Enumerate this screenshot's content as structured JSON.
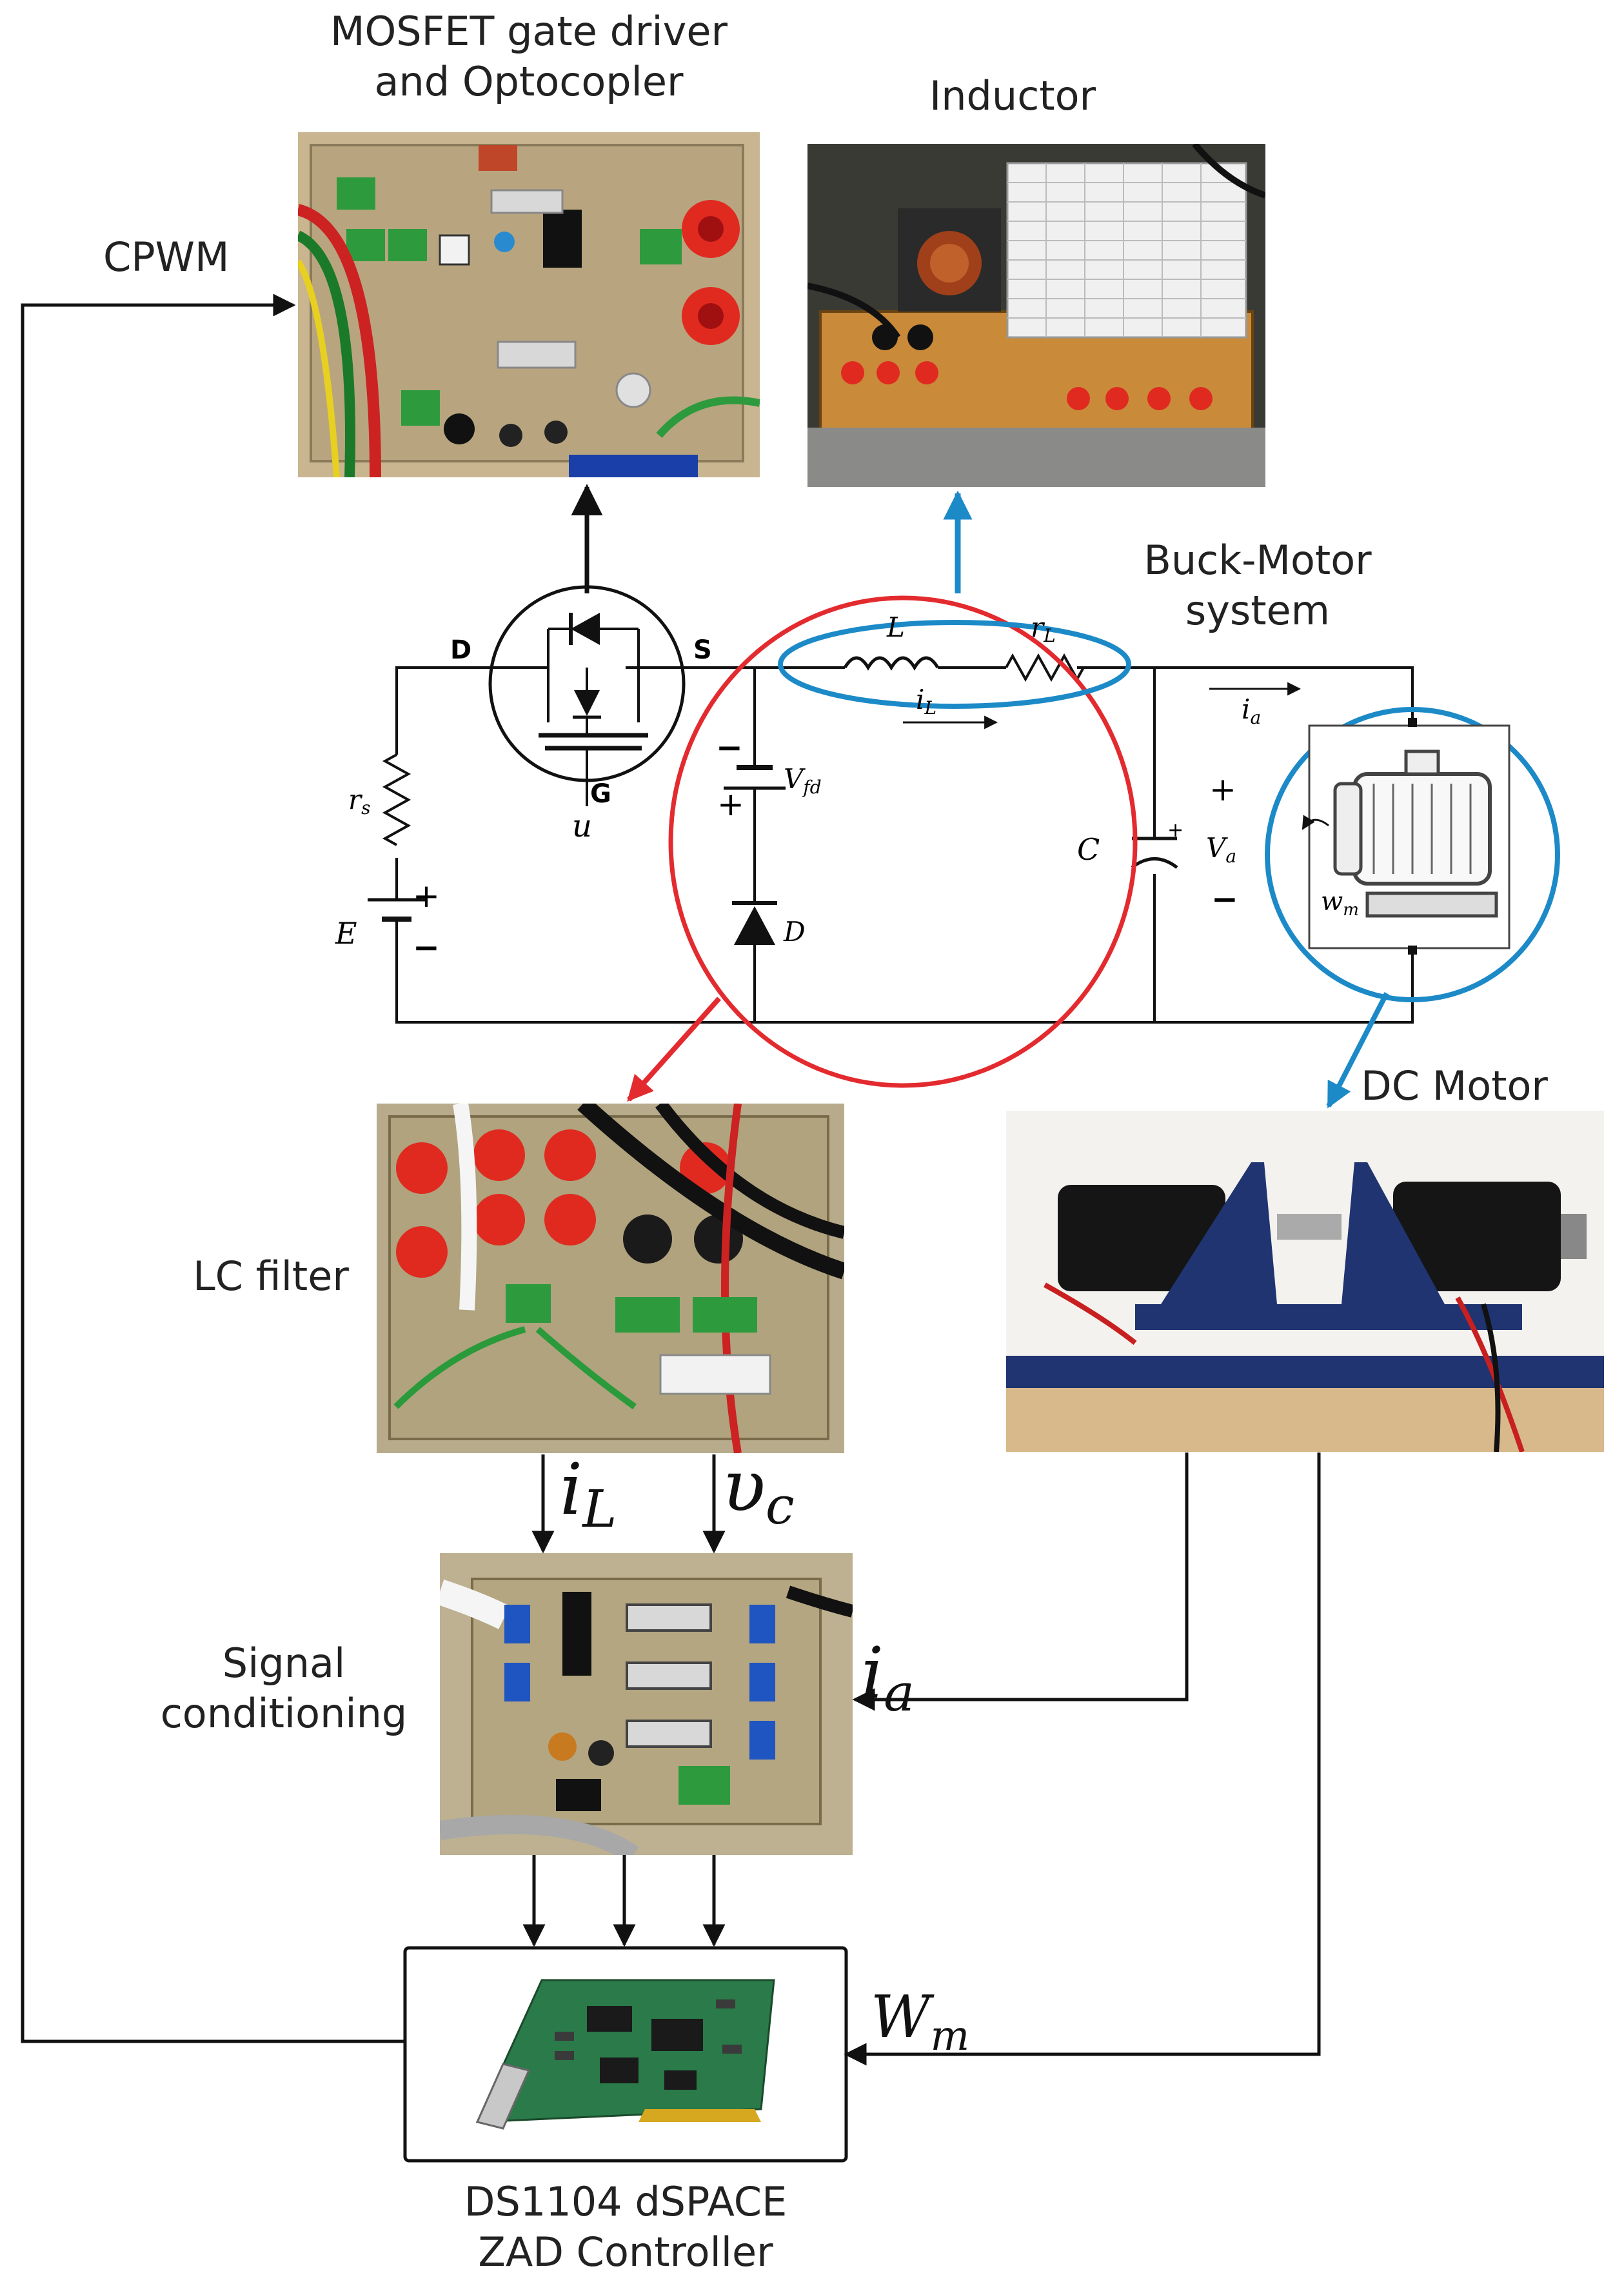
{
  "labels": {
    "gate_driver_line1": "MOSFET gate driver",
    "gate_driver_line2": "and Optocopler",
    "inductor": "Inductor",
    "cpwm": "CPWM",
    "buck_motor_line1": "Buck-Motor",
    "buck_motor_line2": "system",
    "dc_motor": "DC Motor",
    "lc_filter": "LC filter",
    "signal_cond_line1": "Signal",
    "signal_cond_line2": "conditioning",
    "controller_line1": "DS1104 dSPACE",
    "controller_line2": "ZAD Controller"
  },
  "signals": {
    "iL_main": "i",
    "iL_sub": "L",
    "vc_main": "υ",
    "vc_sub": "c",
    "ia_main": "i",
    "ia_sub": "a",
    "wm_main": "W",
    "wm_sub": "m"
  },
  "circuit": {
    "D": "D",
    "S": "S",
    "G": "G",
    "u": "u",
    "L": "L",
    "rL": "r",
    "rL_sub": "L",
    "iL": "i",
    "iL_sub": "L",
    "ia": "i",
    "ia_sub": "a",
    "rs": "r",
    "rs_sub": "s",
    "E": "E",
    "Vfd": "V",
    "Vfd_sub": "fd",
    "diode_D": "D",
    "C": "C",
    "Va": "V",
    "Va_sub": "a",
    "wm": "w",
    "wm_sub": "m",
    "plus": "+",
    "minus": "−"
  },
  "colors": {
    "red_highlight": "#e32b2f",
    "blue_highlight": "#1d8ac8",
    "wire": "#111111"
  }
}
